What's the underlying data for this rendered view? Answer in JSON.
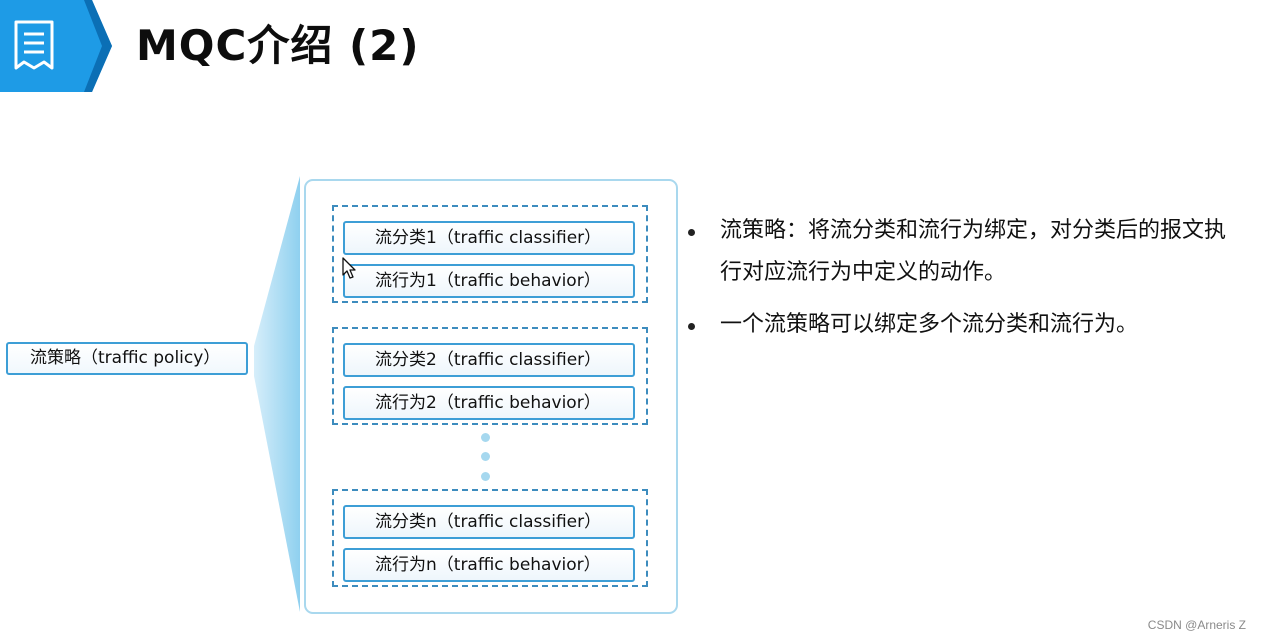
{
  "header": {
    "title": "MQC介绍 (2)",
    "icon": "receipt-icon",
    "accent_color": "#1e9be6"
  },
  "diagram": {
    "policy_label": "流策略（traffic policy）",
    "groups": [
      {
        "classifier": "流分类1（traffic classifier）",
        "behavior": "流行为1（traffic behavior）"
      },
      {
        "classifier": "流分类2（traffic classifier）",
        "behavior": "流行为2（traffic behavior）"
      },
      {
        "classifier": "流分类n（traffic classifier）",
        "behavior": "流行为n（traffic behavior）"
      }
    ],
    "border_color": "#3d9ed6",
    "panel_color": "#a9d8ee"
  },
  "bullets": [
    "流策略：将流分类和流行为绑定，对分类后的报文执行对应流行为中定义的动作。",
    "一个流策略可以绑定多个流分类和流行为。"
  ],
  "watermark": "CSDN @Arneris Z"
}
